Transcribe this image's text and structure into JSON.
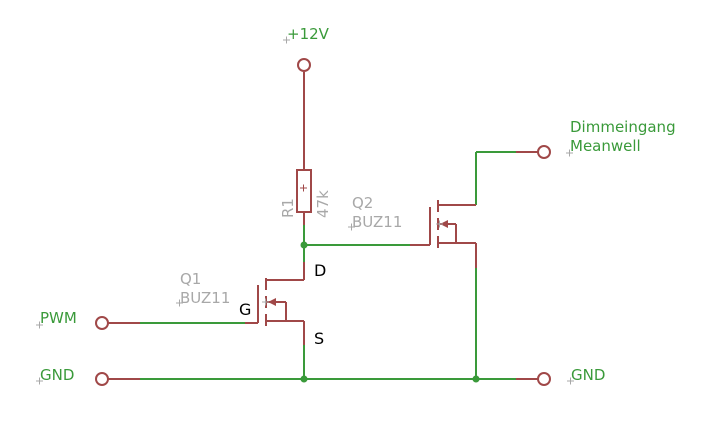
{
  "nets": {
    "vcc": "+12V",
    "pwm": "PWM",
    "gnd_left": "GND",
    "gnd_right": "GND",
    "dim_line1": "Dimmeingang",
    "dim_line2": "Meanwell"
  },
  "parts": {
    "r1_name": "R1",
    "r1_value": "47k",
    "q1_name": "Q1",
    "q1_value": "BUZ11",
    "q2_name": "Q2",
    "q2_value": "BUZ11"
  },
  "pins": {
    "gate": "G",
    "drain": "D",
    "source": "S"
  },
  "colors": {
    "wire": "#3a9a3a",
    "symbol": "#a04848",
    "part_label": "#a8a8a8",
    "pin_label": "#000000"
  }
}
